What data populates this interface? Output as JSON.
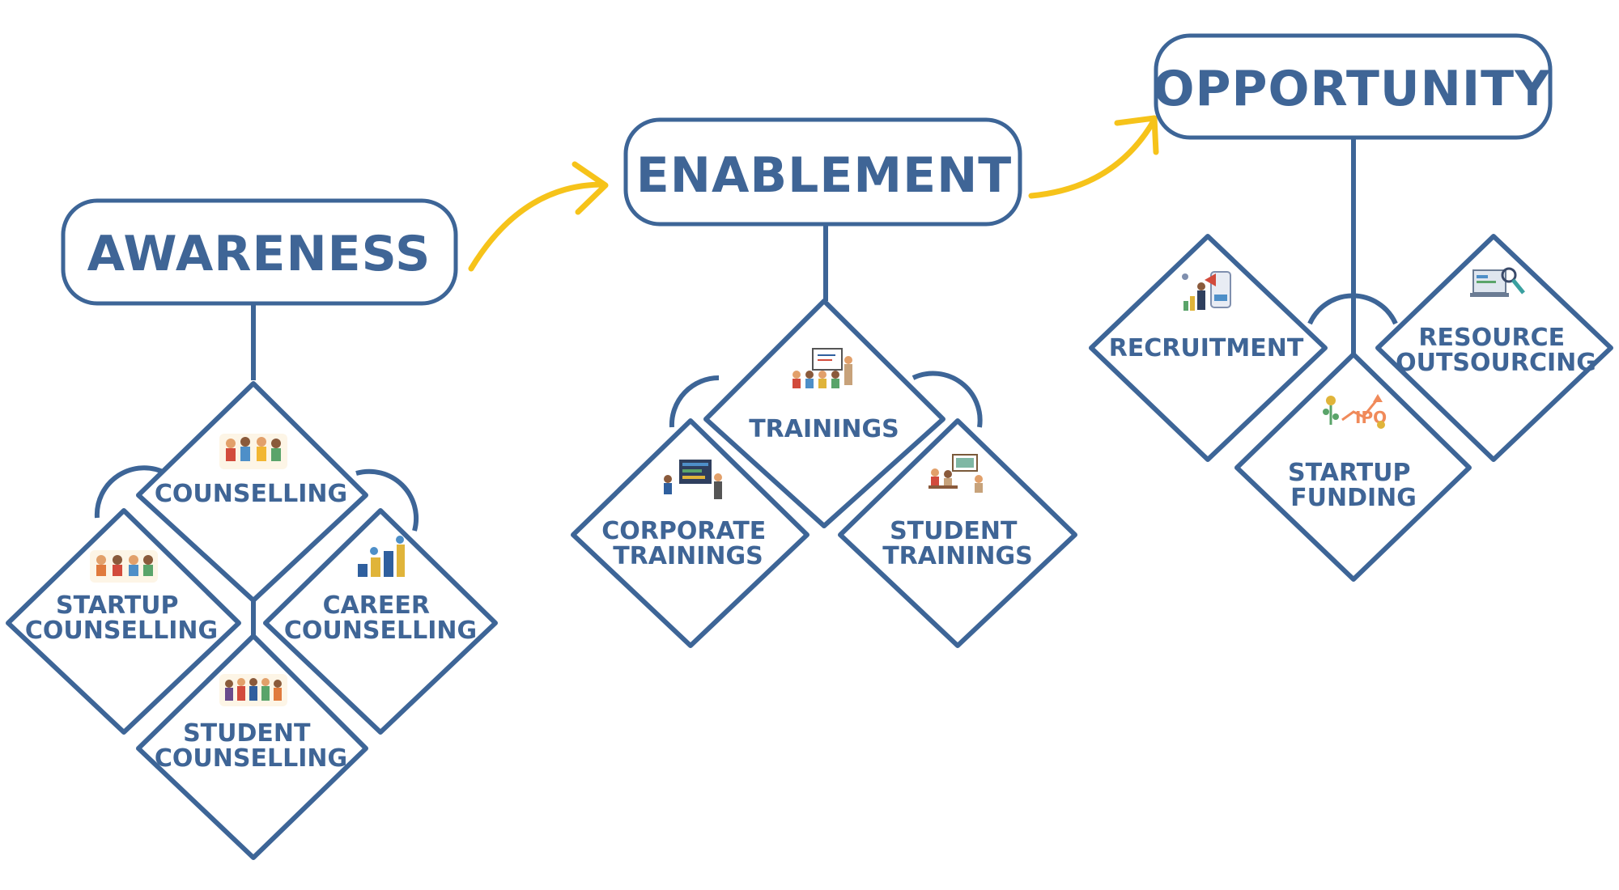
{
  "stages": {
    "awareness": {
      "title": "AWARENESS",
      "items": {
        "counselling": [
          "COUNSELLING"
        ],
        "startup_counselling": [
          "STARTUP",
          "COUNSELLING"
        ],
        "career_counselling": [
          "CAREER",
          "COUNSELLING"
        ],
        "student_counselling": [
          "STUDENT",
          "COUNSELLING"
        ]
      }
    },
    "enablement": {
      "title": "ENABLEMENT",
      "items": {
        "trainings": [
          "TRAININGS"
        ],
        "corporate_trainings": [
          "CORPORATE",
          "TRAININGS"
        ],
        "student_trainings": [
          "STUDENT",
          "TRAININGS"
        ]
      }
    },
    "opportunity": {
      "title": "OPPORTUNITY",
      "items": {
        "recruitment": [
          "RECRUITMENT"
        ],
        "resource_outsourcing": [
          "RESOURCE",
          "OUTSOURCING"
        ],
        "startup_funding": [
          "STARTUP",
          "FUNDING"
        ]
      }
    }
  },
  "colors": {
    "outline": "#3d6597",
    "text": "#3f6596",
    "arrow": "#f6c31a",
    "background": "#ffffff"
  },
  "icons": {
    "counselling": "group-counselling-illustration",
    "startup_counselling": "startup-team-meeting-illustration",
    "career_counselling": "career-growth-illustration",
    "student_counselling": "students-group-illustration",
    "trainings": "presentation-training-illustration",
    "corporate_trainings": "corporate-screen-training-illustration",
    "student_trainings": "classroom-illustration",
    "recruitment": "recruitment-megaphone-illustration",
    "resource_outsourcing": "laptop-magnifier-illustration",
    "startup_funding": "ipo-funding-illustration"
  }
}
